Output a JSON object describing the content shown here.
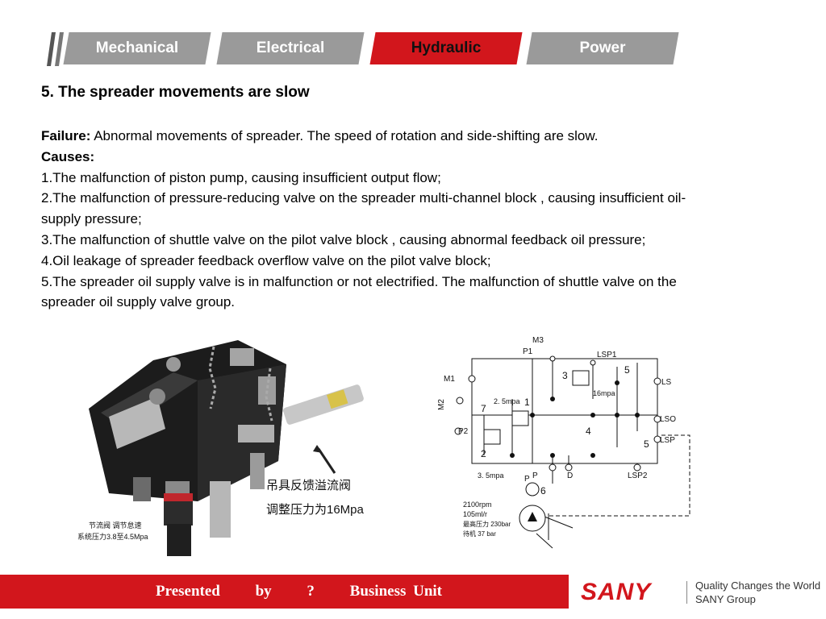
{
  "tabs": [
    {
      "label": "Mechanical"
    },
    {
      "label": "Electrical"
    },
    {
      "label": "Hydraulic"
    },
    {
      "label": "Power"
    }
  ],
  "title": "5. The spreader movements are slow",
  "failure_label": "Failure:",
  "failure_text": " Abnormal movements of spreader. The speed of rotation and side-shifting are slow.",
  "causes_label": "Causes:",
  "causes": [
    "1.The malfunction of piston pump, causing insufficient output flow;",
    "2.The malfunction of pressure-reducing valve on the spreader multi-channel block , causing insufficient oil-supply pressure;",
    "3.The malfunction of shuttle valve on the pilot valve block , causing abnormal feedback oil pressure;",
    "4.Oil leakage of spreader feedback overflow valve on the pilot valve block;",
    "5.The spreader oil supply valve is in malfunction or not electrified. The malfunction of shuttle valve on the spreader oil supply valve group."
  ],
  "photo": {
    "label_line1": "吊具反馈溢流阀",
    "label_line2": "调整压力为16Mpa",
    "small_line1": "节流阀 调节怠速",
    "small_line2": "系统压力3.8至4.5Mpa"
  },
  "schematic": {
    "labels": {
      "m3": "M3",
      "p1": "P1",
      "lsp1": "LSP1",
      "m1": "M1",
      "m2": "M2",
      "ls": "LS",
      "lso": "LSO",
      "lsp": "LSP",
      "lsp2": "LSP2",
      "p2": "P2",
      "p": "P",
      "d": "D",
      "p_pump": "P",
      "n1": "1",
      "n2": "2",
      "n3": "3",
      "n4": "4",
      "n5a": "5",
      "n5b": "5",
      "n6": "6",
      "n7": "7",
      "p25": "2. 5mpa",
      "p35": "3. 5mpa",
      "p16": "16mpa",
      "rpm": "2100rpm",
      "flow": "105ml/r",
      "max_p": "最高压力 230bar",
      "standby": "待机 37 bar"
    }
  },
  "footer": {
    "presented": "Presented     by     ?     Business Unit",
    "logo": "SANY",
    "tagline1": "Quality Changes the World",
    "tagline2": "SANY Group"
  }
}
